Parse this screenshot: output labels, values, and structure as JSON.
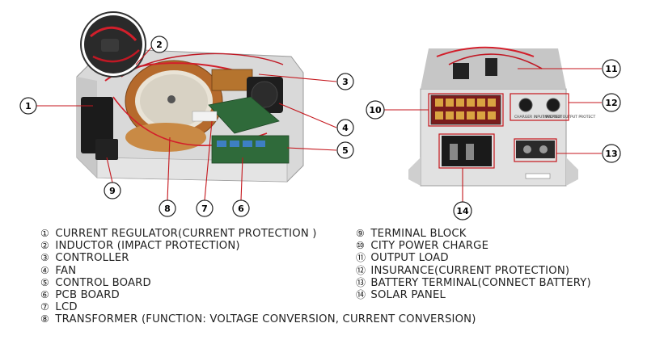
{
  "callouts": {
    "left_device": [
      {
        "num": "①",
        "label": "CURRENT REGULATOR(CURRENT PROTECTION )"
      },
      {
        "num": "②",
        "label": "INDUCTOR (IMPACT PROTECTION)"
      },
      {
        "num": "③",
        "label": "CONTROLLER"
      },
      {
        "num": "④",
        "label": "FAN"
      },
      {
        "num": "⑤",
        "label": "CONTROL BOARD"
      },
      {
        "num": "⑥",
        "label": "PCB BOARD"
      },
      {
        "num": "⑦",
        "label": "LCD"
      },
      {
        "num": "⑧",
        "label": "TRANSFORMER (FUNCTION: VOLTAGE CONVERSION, CURRENT CONVERSION)"
      }
    ],
    "right_device": [
      {
        "num": "⑨",
        "label": "TERMINAL BLOCK"
      },
      {
        "num": "⑩",
        "label": "CITY POWER CHARGE"
      },
      {
        "num": "⑪",
        "label": "OUTPUT LOAD"
      },
      {
        "num": "⑫",
        "label": "INSURANCE(CURRENT PROTECTION)"
      },
      {
        "num": "⑬",
        "label": "BATTERY TERMINAL(CONNECT BATTERY)"
      },
      {
        "num": "⑭",
        "label": "SOLAR PANEL"
      }
    ]
  },
  "panel_labels": {
    "charger_input_protect": "CHARGER INPUT PROTECT",
    "inverter_output_protect": "INVERTER OUTPUT PROTECT"
  },
  "colors": {
    "callout_line": "#c4161c",
    "text": "#222222",
    "chassis": "#dcdcdc",
    "pcb_green": "#2f6a3a",
    "copper": "#b06a2a"
  }
}
